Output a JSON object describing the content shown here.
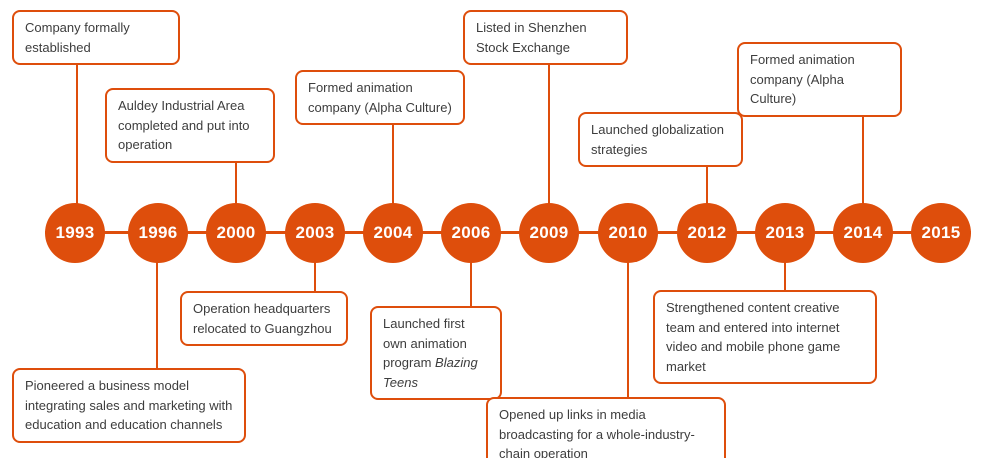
{
  "colors": {
    "accent": "#de4e0c",
    "text": "#3d3d3d",
    "background": "#ffffff",
    "year_text": "#ffffff"
  },
  "timeline": {
    "years": [
      "1993",
      "1996",
      "2000",
      "2003",
      "2004",
      "2006",
      "2009",
      "2010",
      "2012",
      "2013",
      "2014",
      "2015"
    ],
    "events": [
      {
        "year": "1993",
        "side": "top",
        "text": "Company formally established"
      },
      {
        "year": "1996",
        "side": "bottom",
        "text": "Pioneered a business model integrating sales and marketing with education and education channels"
      },
      {
        "year": "2000",
        "side": "top",
        "text": "Auldey Industrial Area completed and put into operation"
      },
      {
        "year": "2003",
        "side": "bottom",
        "text": "Operation headquarters relocated to Guangzhou"
      },
      {
        "year": "2004",
        "side": "top",
        "text": "Formed animation company (Alpha Culture)"
      },
      {
        "year": "2006",
        "side": "bottom",
        "text": "Launched first own animation program",
        "italic_text": "Blazing Teens"
      },
      {
        "year": "2009",
        "side": "top",
        "text": "Listed in Shenzhen Stock Exchange"
      },
      {
        "year": "2010",
        "side": "bottom",
        "text": "Opened up links in media broadcasting for a whole-industry-chain operation"
      },
      {
        "year": "2012",
        "side": "top",
        "text": "Launched globalization strategies"
      },
      {
        "year": "2013",
        "side": "bottom",
        "text": "Strengthened content creative team and entered into internet video and mobile phone game market"
      },
      {
        "year": "2014",
        "side": "top",
        "text": "Formed animation company (Alpha Culture)"
      }
    ]
  }
}
